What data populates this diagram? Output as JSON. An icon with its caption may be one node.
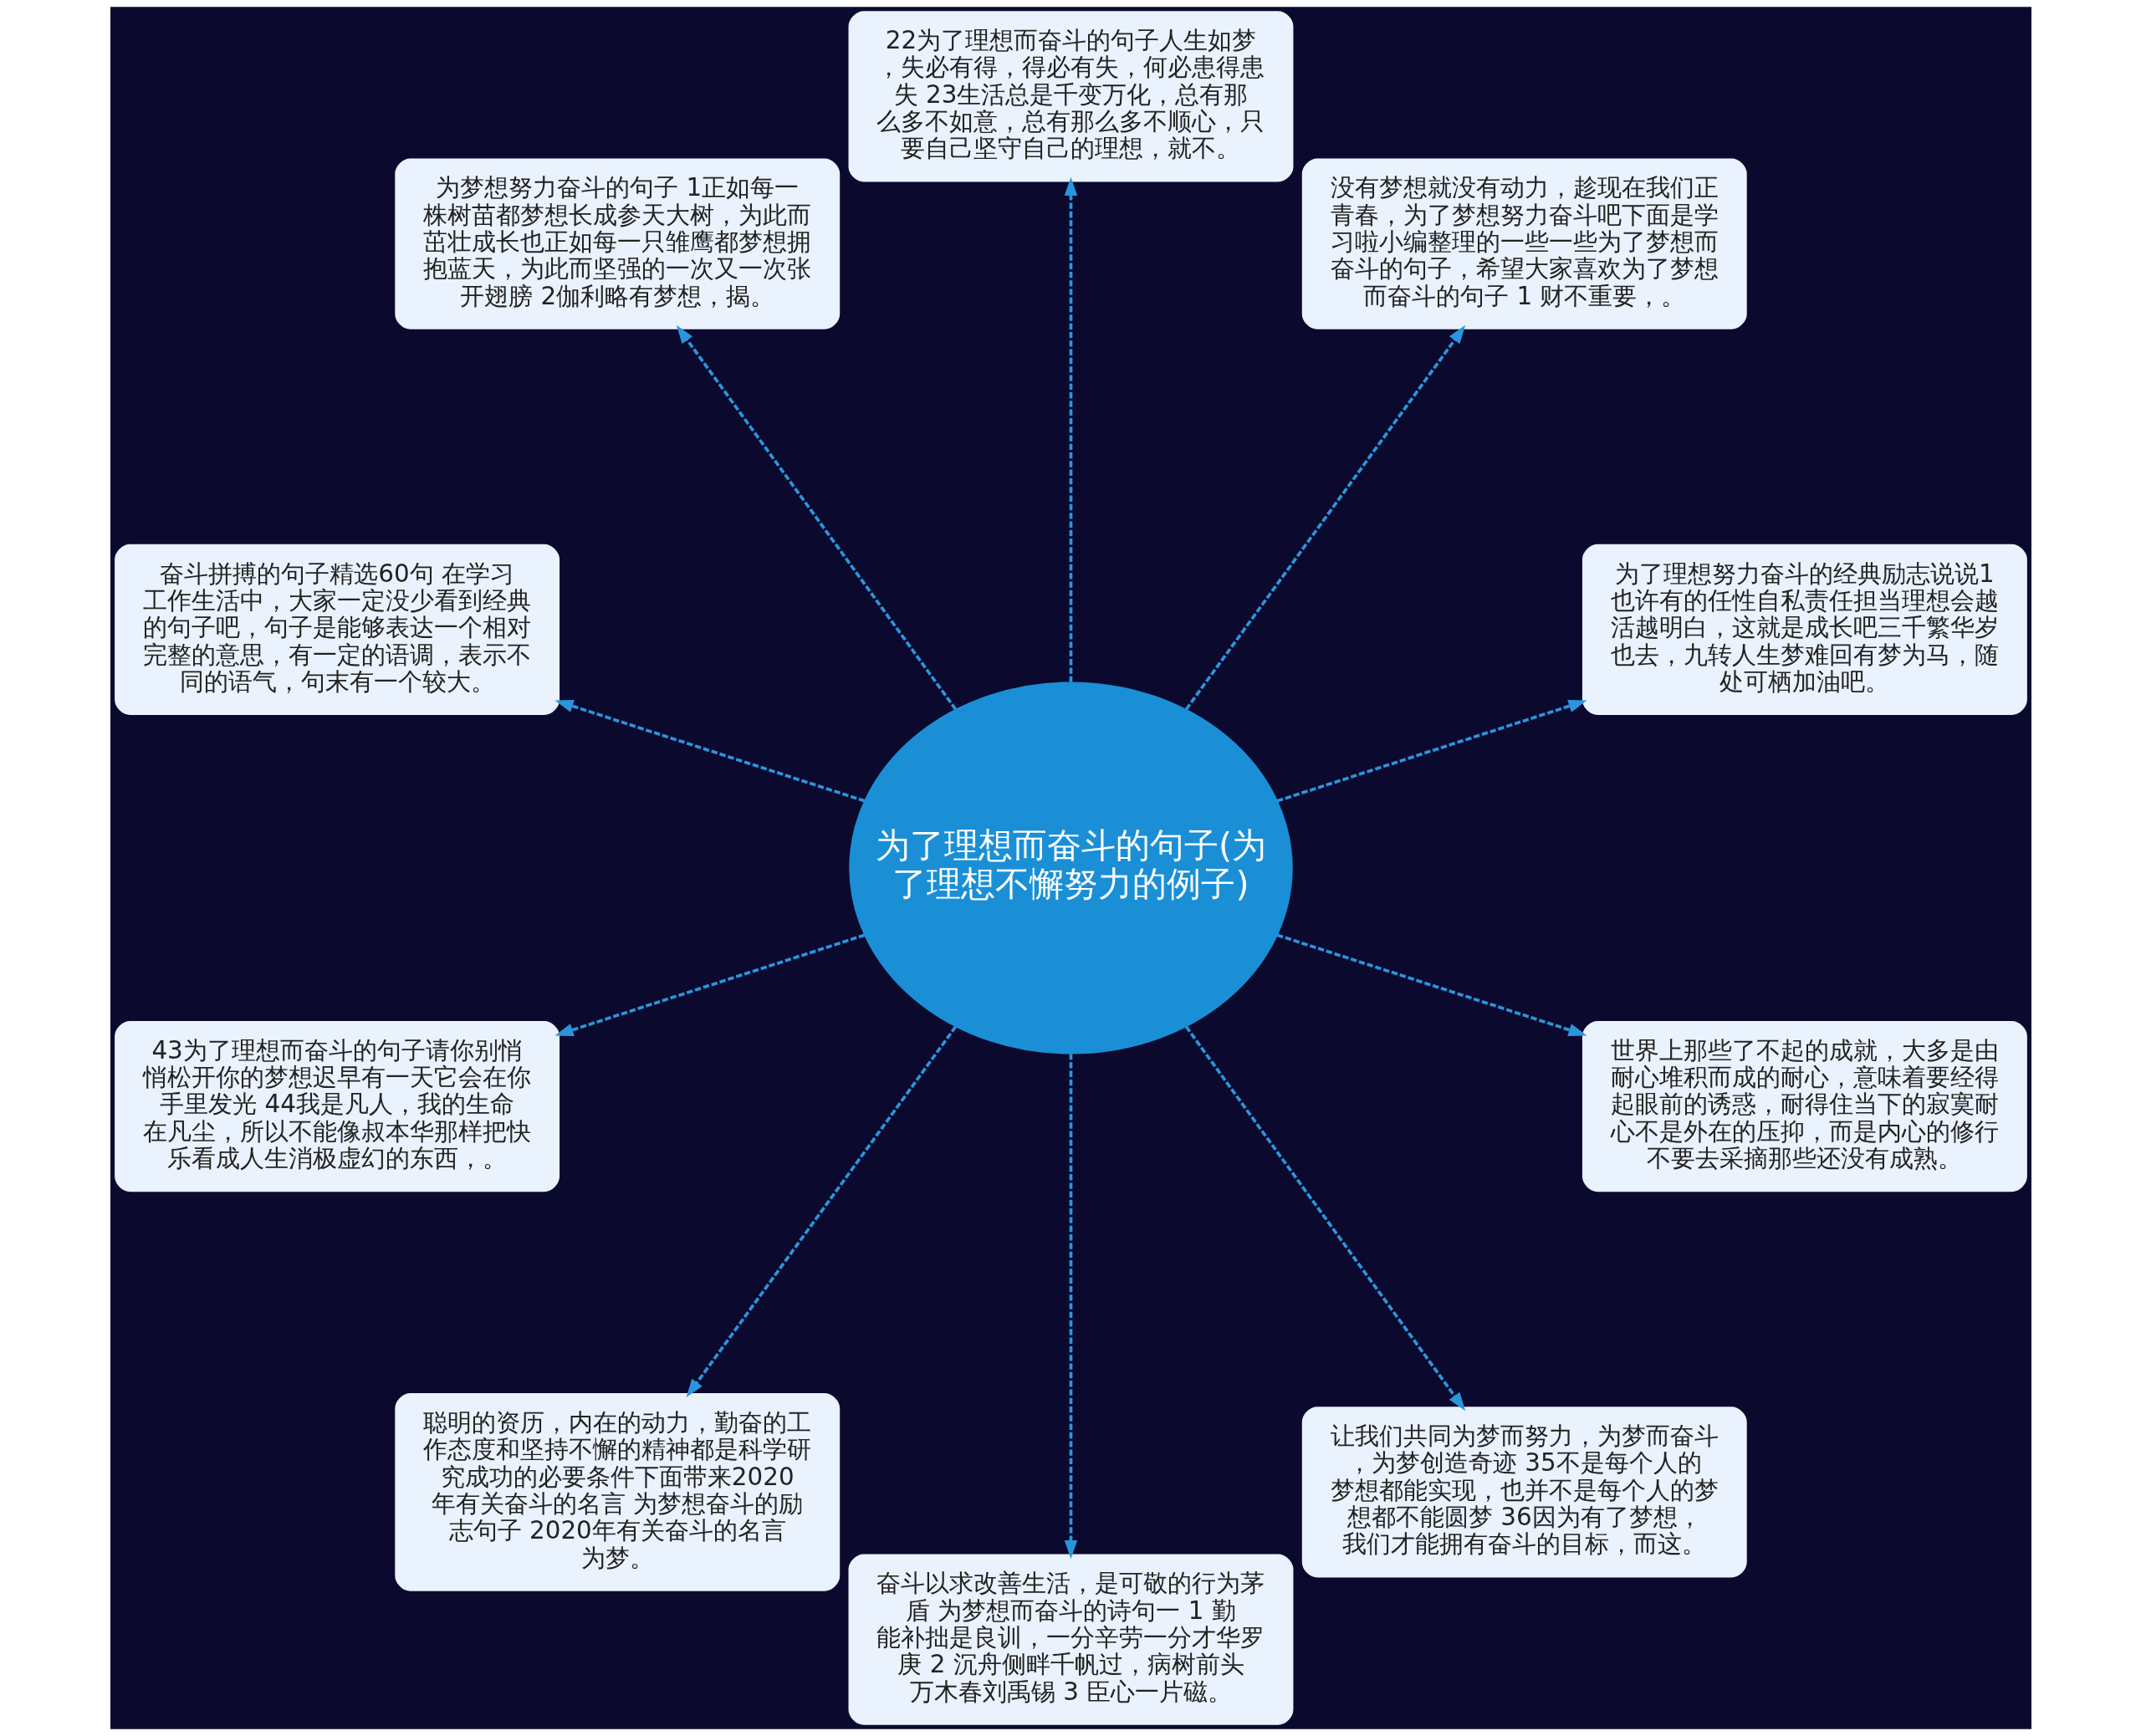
{
  "diagram": {
    "nodes": [
      {
        "text": [
          "为了理想而奋斗的句子(为了理想不懈努力的例子)"
        ]
      },
      {
        "text": [
          "为了理想努力奋斗的经典励志说说1也许有的任性自私责任担当理想会越活越明白，这就是成长吧三千繁华岁也去，九转人生梦难回有梦为马，随处可栖加油吧。"
        ]
      },
      {
        "text": [
          "没有梦想就没有动力，趁现在我们正青春，为了梦想努力奋斗吧下面是学习啦小编整理的一些一些为了梦想而奋斗的句子，希望大家喜欢为了梦想而奋斗的句子 1 财不重要，。"
        ]
      },
      {
        "text": [
          "22为了理想而奋斗的句子人生如梦，失必有得，得必有失，何必患得患失 23生活总是千变万化，总有那么多不如意，总有那么多不顺心，只要自己坚守自己的理想，就不。"
        ]
      },
      {
        "text": [
          "为梦想努力奋斗的句子 1正如每一株树苗都梦想长成参天大树，为此而茁壮成长也正如每一只雏鹰都梦想拥抱蓝天，为此而坚强的一次又一次张开翅膀 2伽利略有梦想，揭。"
        ]
      },
      {
        "text": [
          "奋斗拼搏的句子精选60句 在学习工作生活中，大家一定没少看到经典的句子吧，句子是能够表达一个相对完整的意思，有一定的语调，表示不同的语气，句末有一个较大。"
        ]
      },
      {
        "text": [
          "43为了理想而奋斗的句子请你别悄悄松开你的梦想迟早有一天它会在你手里发光 44我是凡人，我的生命在凡尘，所以不能像叔本华那样把快乐看成人生消极虚幻的东西，。"
        ]
      },
      {
        "text": [
          "聪明的资历，内在的动力，勤奋的工作态度和坚持不懈的精神都是科学研究成功的必要条件下面带来2020年有关奋斗的名言 为梦想奋斗的励志句子 2020年有关奋斗的名言为梦。"
        ]
      },
      {
        "text": [
          "奋斗以求改善生活，是可敬的行为茅盾 为梦想而奋斗的诗句一 1 勤能补拙是良训，一分辛劳一分才华罗庚 2 沉舟侧畔千帆过，病树前头万木春刘禹锡 3 臣心一片磁。"
        ]
      },
      {
        "text": [
          "让我们共同为梦而努力，为梦而奋斗，为梦创造奇迹 35不是每个人的梦想都能实现，也并不是每个人的梦想都不能圆梦 36因为有了梦想，我们才能拥有奋斗的目标，而这。"
        ]
      },
      {
        "text": [
          "世界上那些了不起的成就，大多是由耐心堆积而成的耐心，意味着要经得起眼前的诱惑，耐得住当下的寂寞耐心不是外在的压抑，而是内心的修行不要去采摘那些还没有成熟。"
        ]
      }
    ],
    "edges": [
      {
        "from": 0,
        "to": 1,
        "arrow": "to",
        "style": "dashed"
      },
      {
        "from": 0,
        "to": 2,
        "arrow": "to",
        "style": "dashed"
      },
      {
        "from": 0,
        "to": 3,
        "arrow": "to",
        "style": "dashed"
      },
      {
        "from": 0,
        "to": 4,
        "arrow": "to",
        "style": "dashed"
      },
      {
        "from": 0,
        "to": 5,
        "arrow": "to",
        "style": "dashed"
      },
      {
        "from": 0,
        "to": 6,
        "arrow": "to",
        "style": "dashed"
      },
      {
        "from": 0,
        "to": 7,
        "arrow": "to",
        "style": "dashed"
      },
      {
        "from": 0,
        "to": 8,
        "arrow": "to",
        "style": "dashed"
      },
      {
        "from": 0,
        "to": 9,
        "arrow": "to",
        "style": "dashed"
      },
      {
        "from": 0,
        "to": 10,
        "arrow": "to",
        "style": "dashed"
      }
    ]
  }
}
